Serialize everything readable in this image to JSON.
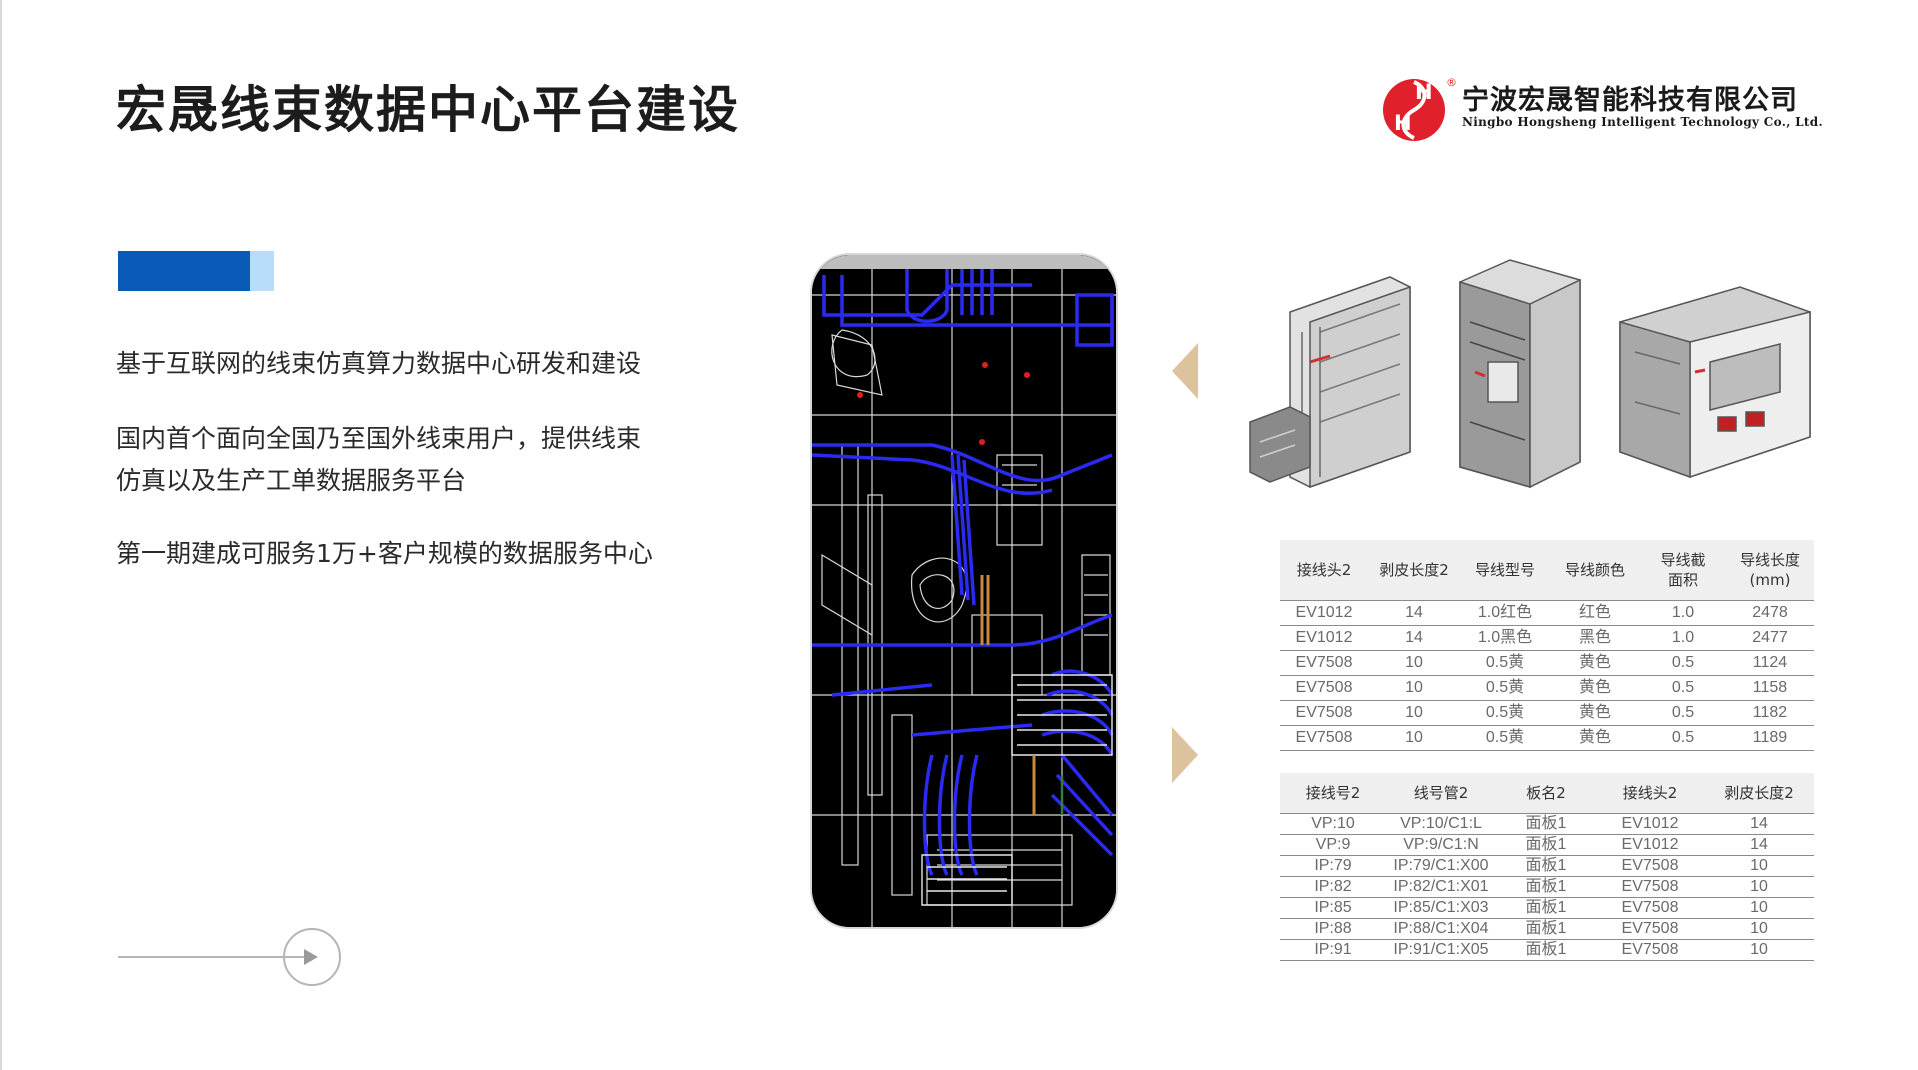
{
  "header": {
    "title": "宏晟线束数据中心平台建设"
  },
  "logo": {
    "company_cn": "宁波宏晟智能科技有限公司",
    "company_en": "Ningbo Hongsheng Intelligent Technology Co., Ltd.",
    "mark_letters": "H",
    "registered": "®",
    "brand_color": "#e0202a"
  },
  "accent": {
    "primary": "#0a5bb8",
    "light": "#b9dcfa"
  },
  "content": {
    "paragraph_1": "基于互联网的线束仿真算力数据中心研发和建设",
    "paragraph_2_line_1": "国内首个面向全国乃至国外线束用户，提供线束",
    "paragraph_2_line_2": "仿真以及生产工单数据服务平台",
    "paragraph_3": "第一期建成可服务1万+客户规模的数据服务中心"
  },
  "arrow_colors": {
    "nav": "#dcc39d",
    "link": "#b5b5b5"
  },
  "table_1": {
    "headers": [
      "接线头2",
      "剥皮长度2",
      "导线型号",
      "导线颜色",
      "导线截\n面积",
      "导线长度\n(mm)"
    ],
    "rows": [
      [
        "EV1012",
        "14",
        "1.0红色",
        "红色",
        "1.0",
        "2478"
      ],
      [
        "EV1012",
        "14",
        "1.0黑色",
        "黑色",
        "1.0",
        "2477"
      ],
      [
        "EV7508",
        "10",
        "0.5黄",
        "黄色",
        "0.5",
        "1124"
      ],
      [
        "EV7508",
        "10",
        "0.5黄",
        "黄色",
        "0.5",
        "1158"
      ],
      [
        "EV7508",
        "10",
        "0.5黄",
        "黄色",
        "0.5",
        "1182"
      ],
      [
        "EV7508",
        "10",
        "0.5黄",
        "黄色",
        "0.5",
        "1189"
      ]
    ]
  },
  "table_2": {
    "headers": [
      "接线号2",
      "线号管2",
      "板名2",
      "接线头2",
      "剥皮长度2"
    ],
    "rows": [
      [
        "VP:10",
        "VP:10/C1:L",
        "面板1",
        "EV1012",
        "14"
      ],
      [
        "VP:9",
        "VP:9/C1:N",
        "面板1",
        "EV1012",
        "14"
      ],
      [
        "IP:79",
        "IP:79/C1:X00",
        "面板1",
        "EV7508",
        "10"
      ],
      [
        "IP:82",
        "IP:82/C1:X01",
        "面板1",
        "EV7508",
        "10"
      ],
      [
        "IP:85",
        "IP:85/C1:X03",
        "面板1",
        "EV7508",
        "10"
      ],
      [
        "IP:88",
        "IP:88/C1:X04",
        "面板1",
        "EV7508",
        "10"
      ],
      [
        "IP:91",
        "IP:91/C1:X05",
        "面板1",
        "EV7508",
        "10"
      ]
    ]
  }
}
